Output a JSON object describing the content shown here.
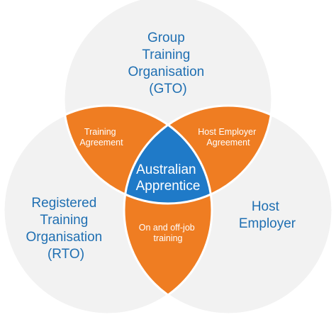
{
  "circles": {
    "gto": {
      "lines": [
        "Group",
        "Training",
        "Organisation",
        "(GTO)"
      ]
    },
    "rto": {
      "lines": [
        "Registered",
        "Training",
        "Organisation",
        "(RTO)"
      ]
    },
    "host": {
      "lines": [
        "Host",
        "Employer"
      ]
    }
  },
  "overlaps": {
    "training_agreement": {
      "lines": [
        "Training",
        "Agreement"
      ]
    },
    "host_employer_agreement": {
      "lines": [
        "Host Employer",
        "Agreement"
      ]
    },
    "on_off_job_training": {
      "lines": [
        "On and off-job",
        "training"
      ]
    }
  },
  "center": {
    "lines": [
      "Australian",
      "Apprentice"
    ]
  },
  "colors": {
    "circle_fill": "#f2f2f2",
    "circle_stroke": "#ffffff",
    "overlap_fill": "#ef7d22",
    "center_fill": "#1f7ac8",
    "blue_text": "#1f6fb2"
  }
}
